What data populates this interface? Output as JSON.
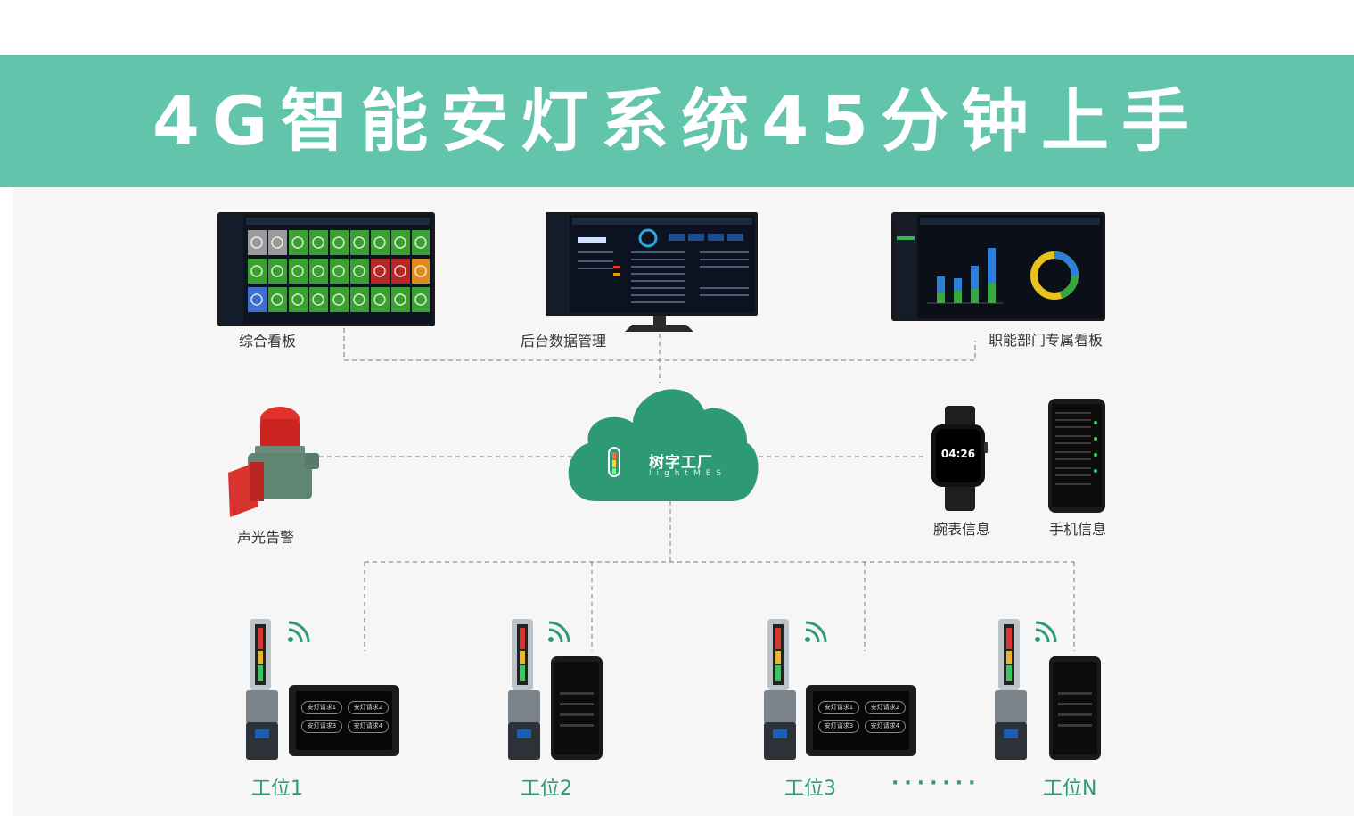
{
  "header": {
    "title": "4G智能安灯系统45分钟上手"
  },
  "cloud": {
    "brand_name": "树字工厂",
    "brand_sub": "lightMES"
  },
  "displays": {
    "overview_label": "综合看板",
    "backend_label": "后台数据管理",
    "department_label": "职能部门专属看板"
  },
  "alarm": {
    "label": "声光告警"
  },
  "devices": {
    "watch_label": "腕表信息",
    "watch_time": "04:26",
    "phone_label": "手机信息"
  },
  "stations": [
    {
      "label": "工位1",
      "device": "tablet",
      "buttons": [
        "安灯请求1",
        "安灯请求2",
        "安灯请求3",
        "安灯请求4"
      ]
    },
    {
      "label": "工位2",
      "device": "phone"
    },
    {
      "label": "工位3",
      "device": "tablet",
      "buttons": [
        "安灯请求1",
        "安灯请求2",
        "安灯请求3",
        "安灯请求4"
      ]
    },
    {
      "label": "工位N",
      "device": "phone"
    }
  ],
  "ellipsis": "·······",
  "colors": {
    "banner": "#62c5ab",
    "label_green": "#2f9a78",
    "cloud": "#2e9a74",
    "connector": "#777777"
  }
}
